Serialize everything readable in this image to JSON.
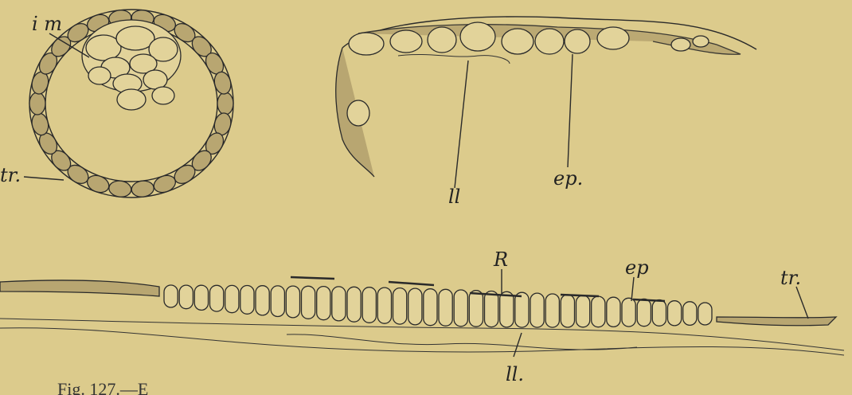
{
  "figure": {
    "labels": {
      "im": "i m",
      "tr_left": "tr.",
      "ll_top": "ll",
      "ep_top": "ep.",
      "R": "R",
      "ep_bottom": "ep",
      "tr_bottom": "tr.",
      "ll_bottom": "ll."
    },
    "caption": "Fig. 127.—E"
  }
}
